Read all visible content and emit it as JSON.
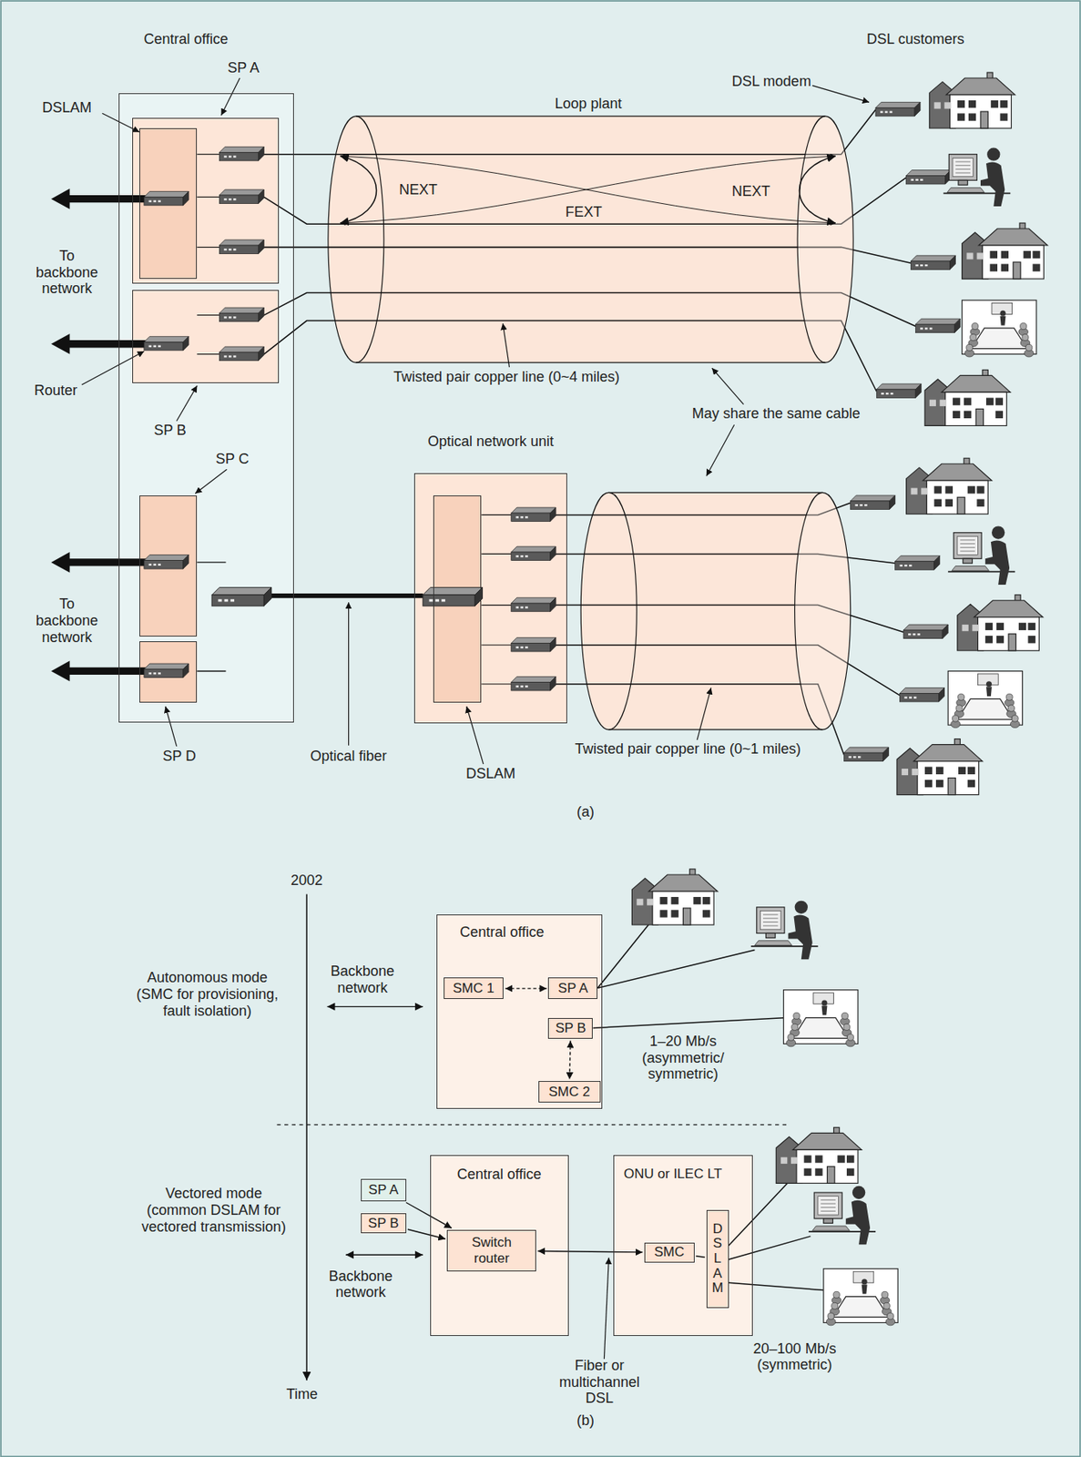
{
  "diagram": {
    "nodes": [
      {
        "text": [
          "Central office"
        ]
      },
      {
        "text": [
          "SP A"
        ],
        "in": 0
      },
      {
        "text": [
          "DSLAM"
        ],
        "in": 1
      },
      {
        "text": [
          "SP B"
        ],
        "in": 0
      },
      {
        "text": [
          "SP C"
        ],
        "in": 0
      },
      {
        "text": [
          "SP D"
        ],
        "in": 0
      },
      {
        "text": [
          "Optical network unit"
        ]
      },
      {
        "text": [
          "DSLAM"
        ],
        "in": 6
      },
      {
        "text": [
          "Central office"
        ]
      },
      {
        "text": [
          "SMC 1"
        ],
        "in": 8
      },
      {
        "text": [
          "SP A"
        ],
        "in": 8
      },
      {
        "text": [
          "SP B"
        ],
        "in": 8
      },
      {
        "text": [
          "SMC 2"
        ],
        "in": 8
      },
      {
        "text": [
          "SP A"
        ]
      },
      {
        "text": [
          "SP B"
        ]
      },
      {
        "text": [
          "Central office"
        ]
      },
      {
        "text": [
          "Switch router"
        ],
        "in": 15
      },
      {
        "text": [
          "ONU or ILEC LT"
        ]
      },
      {
        "text": [
          "SMC"
        ],
        "in": 17
      },
      {
        "text": [
          "DSLAM"
        ],
        "in": 17
      }
    ],
    "edges": [
      {
        "from": 9,
        "to": 10,
        "arrow": "both"
      },
      {
        "from": 11,
        "to": 12,
        "arrow": "both"
      },
      {
        "from": 13,
        "to": 16,
        "arrow": "to"
      },
      {
        "from": 14,
        "to": 16,
        "arrow": "to"
      },
      {
        "from": 16,
        "to": 18,
        "arrow": "both"
      },
      {
        "from": 18,
        "to": 19,
        "arrow": "none"
      }
    ],
    "labels": [
      "DSL customers",
      "DSL modem",
      "Loop plant",
      "NEXT",
      "FEXT",
      "NEXT",
      "To backbone network",
      "Router",
      "Twisted pair copper line (0~4 miles)",
      "May share the same cable",
      "To backbone network",
      "Optical fiber",
      "Twisted pair copper line (0~1 miles)",
      "(a)",
      "2002",
      "Backbone network",
      "Autonomous mode (SMC for provisioning, fault isolation)",
      "1–20 Mb/s (asymmetric/ symmetric)",
      "Vectored mode (common DSLAM for vectored transmission)",
      "Backbone network",
      "Fiber or multichannel DSL",
      "20–100 Mb/s (symmetric)",
      "Time",
      "(b)"
    ]
  }
}
